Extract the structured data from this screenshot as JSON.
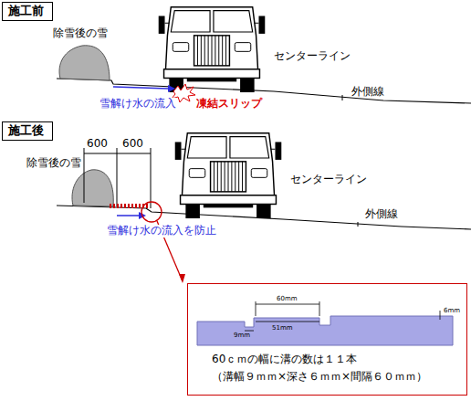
{
  "diagram": {
    "nodes": [
      {
        "text": [
          "施工前"
        ]
      },
      {
        "text": [
          "施工後"
        ]
      },
      {
        "text": [
          "60ｃｍの幅に溝の数は１１本",
          "（溝幅９ｍｍ×深さ６ｍｍ×間隔６０ｍｍ）"
        ]
      }
    ],
    "labels": [
      "除雪後の雪",
      "センターライン",
      "外側線",
      "雪解け水の流入",
      "凍結スリップ",
      "600",
      "600",
      "除雪後の雪",
      "センターライン",
      "外側線",
      "雪解け水の流入を防止",
      "60mm",
      "51mm",
      "9mm",
      "6mm"
    ]
  }
}
